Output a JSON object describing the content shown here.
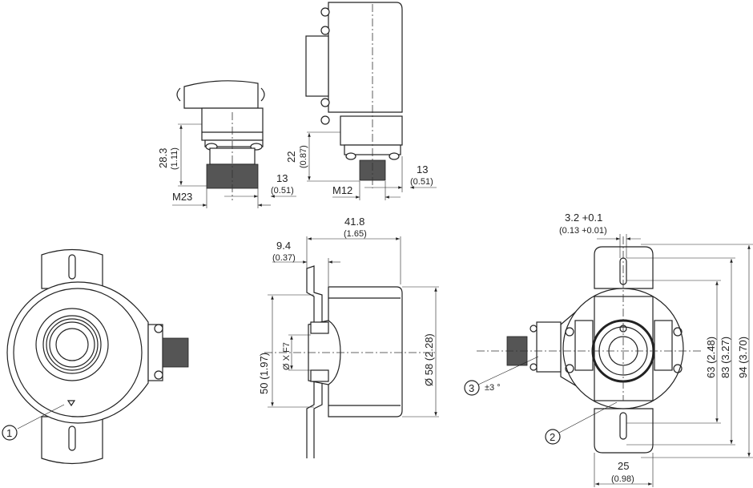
{
  "drawing": {
    "view_m23": {
      "height": "28.3",
      "height_in": "(1.11)",
      "thread": "M23",
      "offset": "13",
      "offset_in": "(0.51)"
    },
    "view_m12": {
      "height": "22",
      "height_in": "(0.87)",
      "thread": "M12",
      "offset": "13",
      "offset_in": "(0.51)"
    },
    "side_view": {
      "depth": "41.8",
      "depth_in": "(1.65)",
      "flange": "9.4",
      "flange_in": "(0.37)",
      "bore": "50 (1.97)",
      "shaft": "Ø X F7",
      "diameter": "Ø 58 (2.28)"
    },
    "rear_view": {
      "slot": "3.2 +0.1",
      "slot_in": "(0.13 +0.01)",
      "dim63": "63 (2.48)",
      "dim83": "83 (3.27)",
      "dim94": "94 (3.70)",
      "width": "25",
      "width_in": "(0.98)",
      "angle": "±3 °"
    },
    "callouts": [
      "1",
      "2",
      "3"
    ]
  }
}
